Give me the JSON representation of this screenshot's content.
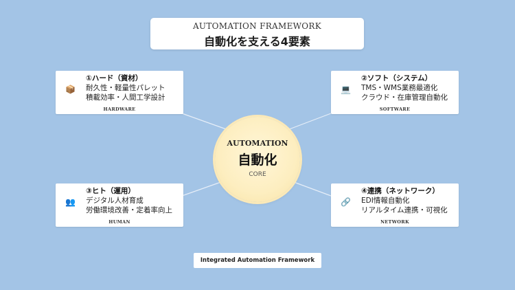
{
  "header": {
    "title_en": "AUTOMATION FRAMEWORK",
    "title_ja": "自動化を支える4要素"
  },
  "core": {
    "label_en": "AUTOMATION",
    "label_ja": "自動化",
    "sub": "CORE"
  },
  "cards": {
    "hardware": {
      "icon": "package-icon",
      "icon_glyph": "📦",
      "title": "①ハード（資材）",
      "lines": [
        "耐久性・軽量性パレット",
        "積載効率・人間工学設計"
      ],
      "sub": "HARDWARE"
    },
    "software": {
      "icon": "laptop-icon",
      "icon_glyph": "💻",
      "title": "②ソフト（システム）",
      "lines": [
        "TMS・WMS業務最適化",
        "クラウド・在庫管理自動化"
      ],
      "sub": "SOFTWARE"
    },
    "human": {
      "icon": "people-icon",
      "icon_glyph": "👥",
      "title": "③ヒト（運用）",
      "lines": [
        "デジタル人材育成",
        "労働環境改善・定着率向上"
      ],
      "sub": "HUMAN"
    },
    "network": {
      "icon": "link-icon",
      "icon_glyph": "🔗",
      "title": "④連携（ネットワーク）",
      "lines": [
        "EDI情報自動化",
        "リアルタイム連携・可視化"
      ],
      "sub": "NETWORK"
    }
  },
  "footer": {
    "label": "Integrated Automation Framework"
  },
  "colors": {
    "background": "#a3c4e6",
    "core_fill": "#fdeec0",
    "connector": "#e6eef8"
  }
}
